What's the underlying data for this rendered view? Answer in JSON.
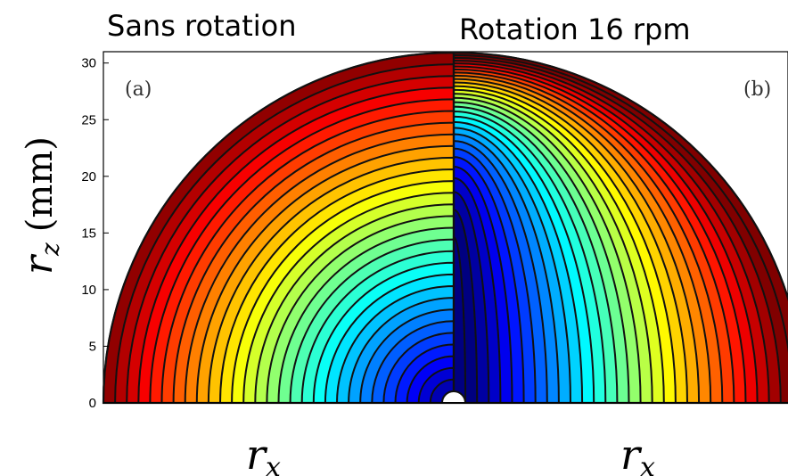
{
  "chart_data": {
    "type": "contour",
    "panels": [
      {
        "label": "(a)",
        "title": "Sans rotation"
      },
      {
        "label": "(b)",
        "title": "Rotation 16 rpm"
      }
    ],
    "xlabel": "r_x",
    "ylabel": "r_z (mm)",
    "ylim": [
      0,
      31
    ],
    "yticks": [
      0,
      5,
      10,
      15,
      20,
      25,
      30
    ],
    "contour_levels": 30,
    "colormap": "jet"
  },
  "labels": {
    "title_left": "Sans rotation",
    "title_right": "Rotation 16 rpm",
    "panel_a": "(a)",
    "panel_b": "(b)",
    "xlabel_base": "r",
    "xlabel_sub": "x",
    "ylabel_base": "r",
    "ylabel_sub": "z",
    "ylabel_unit": "(mm)"
  }
}
